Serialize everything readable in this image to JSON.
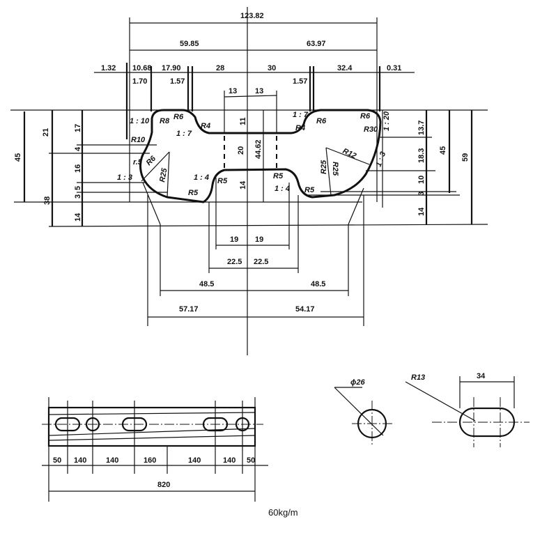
{
  "caption": "60kg/m",
  "profile": {
    "overall_width": "123.82",
    "left_half": "59.85",
    "right_half": "63.97",
    "top_row": [
      "1.32",
      "10.68",
      "17.90",
      "28",
      "30",
      "32.4",
      "0.31"
    ],
    "second_row": [
      "1.70",
      "1.57",
      "1.57"
    ],
    "web_top": [
      "13",
      "13"
    ],
    "left_heights": {
      "h45": "45",
      "h21": "21",
      "h38": "38",
      "h17": "17",
      "h4": "4",
      "h16": "16",
      "h5": "5",
      "h3": "3",
      "h14": "14"
    },
    "right_heights": {
      "h13_7": "13.7",
      "h18_3": "18.3",
      "h10": "10",
      "h3": "3",
      "h14": "14",
      "h45": "45",
      "h59": "59"
    },
    "center": {
      "h11": "11",
      "h20": "20",
      "h44_62": "44.62",
      "h14": "14"
    },
    "left_notes": {
      "slope_1_10": "1 : 10",
      "r10": "R10",
      "r5a": "r.5",
      "r6a": "R6",
      "r25": "R25",
      "slope_1_3": "1 : 3",
      "r8": "R8",
      "r6b": "R6",
      "slope_1_7": "1 : 7",
      "r4": "R4",
      "slope_1_4": "1 : 4",
      "r5b": "R5",
      "r5c": "R5"
    },
    "right_notes": {
      "r5a": "R5",
      "slope_1_4": "1 : 4",
      "slope_1_7": "1 : 7",
      "r4": "R4",
      "r6a": "R6",
      "r6b": "R6",
      "r30": "R30",
      "slope_1_20": "1 : 20",
      "r12": "R12",
      "slope_1_3": "1 : 3",
      "r25a": "R25",
      "r25b": "R25",
      "r5b": "R5"
    },
    "bottom": {
      "a19": "19",
      "b19": "19",
      "a22_5": "22.5",
      "b22_5": "22.5",
      "a48_5": "48.5",
      "b48_5": "48.5",
      "w57_17": "57.17",
      "w54_17": "54.17"
    }
  },
  "elevation": {
    "spacings": [
      "50",
      "140",
      "140",
      "160",
      "140",
      "140",
      "50"
    ],
    "total": "820"
  },
  "holes": {
    "round_label": "ϕ26",
    "oblong_radius": "R13",
    "oblong_width": "34"
  }
}
